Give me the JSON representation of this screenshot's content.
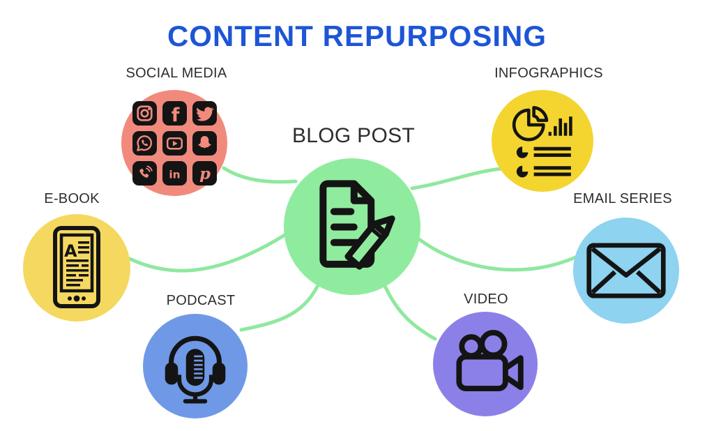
{
  "title": {
    "text": "CONTENT REPURPOSING",
    "color": "#1e55d7"
  },
  "connectors": {
    "color": "#8fe89e"
  },
  "center": {
    "label": "BLOG POST",
    "color": "#8fec9f",
    "icon": "blog-post-document-pencil-icon"
  },
  "nodes": {
    "social": {
      "label": "SOCIAL MEDIA",
      "color": "#f18a7d",
      "tile_color": "#141414",
      "icons": [
        "instagram-icon",
        "facebook-icon",
        "twitter-icon",
        "whatsapp-icon",
        "youtube-icon",
        "snapchat-icon",
        "phone-icon",
        "linkedin-icon",
        "pinterest-icon"
      ],
      "glyphs": {
        "facebook": "f",
        "linkedin": "in",
        "pinterest": "p"
      }
    },
    "infographics": {
      "label": "INFOGRAPHICS",
      "color": "#f4d42f",
      "icon": "pie-bar-chart-list-icon"
    },
    "ebook": {
      "label": "E-BOOK",
      "color": "#f5d860",
      "icon": "ereader-icon",
      "glyph": "A"
    },
    "email": {
      "label": "EMAIL SERIES",
      "color": "#8ed3f0",
      "icon": "envelope-icon"
    },
    "podcast": {
      "label": "PODCAST",
      "color": "#6f99e6",
      "icon": "microphone-headphones-icon"
    },
    "video": {
      "label": "VIDEO",
      "color": "#8b80e8",
      "icon": "video-camera-icon"
    }
  }
}
